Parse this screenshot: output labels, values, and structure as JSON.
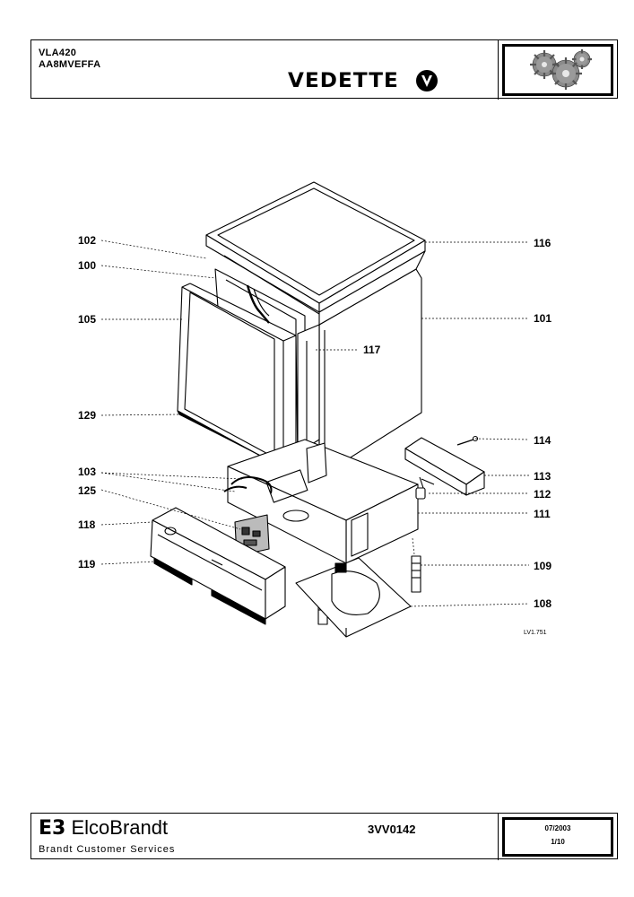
{
  "header": {
    "model": "VLA420",
    "code": "AA8MVEFFA",
    "brand": "VEDETTE",
    "brand_logo_icon": "vedette-v-icon",
    "corner_image": "gears-icon"
  },
  "diagram": {
    "reference": "LV1.751",
    "callouts_left": [
      "102",
      "100",
      "105",
      "129",
      "103",
      "125",
      "118",
      "119"
    ],
    "callouts_right": [
      "116",
      "101",
      "117",
      "114",
      "113",
      "112",
      "111",
      "109",
      "108"
    ]
  },
  "footer": {
    "company_mark": "E3",
    "company": "ElcoBrandt",
    "service": "Brandt Customer Services",
    "document_code": "3VV0142",
    "date": "07/2003",
    "page": "1/10"
  }
}
